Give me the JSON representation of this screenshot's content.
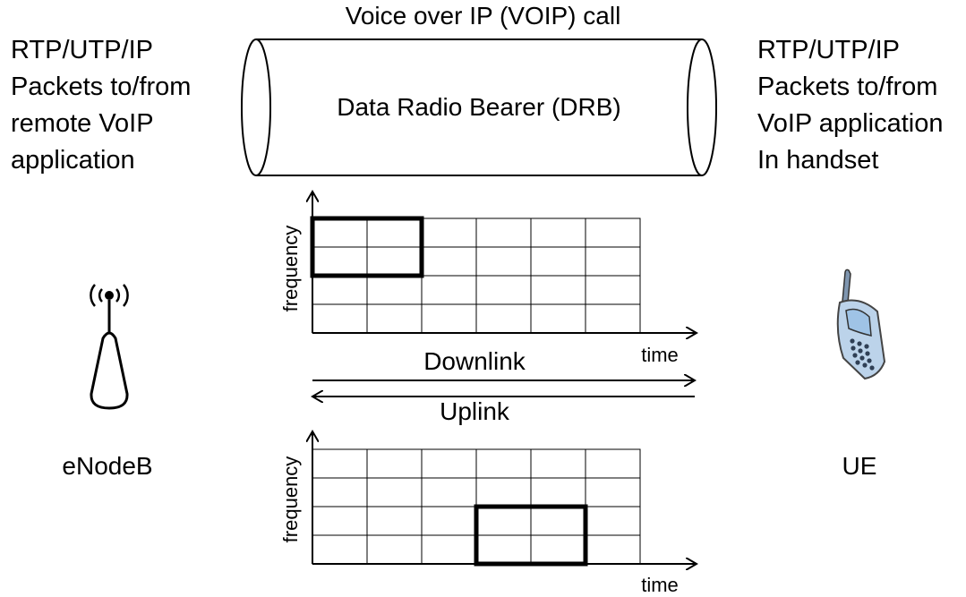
{
  "title": "Voice over IP (VOIP) call",
  "bearer_label": "Data Radio Bearer (DRB)",
  "left_text": [
    "RTP/UTP/IP",
    "Packets to/from",
    "remote VoIP",
    "application"
  ],
  "right_text": [
    "RTP/UTP/IP",
    "Packets to/from",
    "VoIP application",
    "In handset"
  ],
  "enodeb_label": "eNodeB",
  "ue_label": "UE",
  "downlink_label": "Downlink",
  "uplink_label": "Uplink",
  "axis_x_label": "time",
  "axis_y_label": "frequency",
  "downlink_grid": {
    "columns": 6,
    "rows": 4,
    "allocated": {
      "col_start": 0,
      "col_span": 2,
      "row_start": 0,
      "row_span": 2
    }
  },
  "uplink_grid": {
    "columns": 6,
    "rows": 4,
    "allocated": {
      "col_start": 3,
      "col_span": 2,
      "row_start": 2,
      "row_span": 2
    }
  },
  "colors": {
    "line": "#000000",
    "phone_body": "#bcd3ea",
    "phone_screen": "#9fc3e6"
  },
  "icons": [
    "antenna-tower-icon",
    "mobile-phone-icon"
  ]
}
